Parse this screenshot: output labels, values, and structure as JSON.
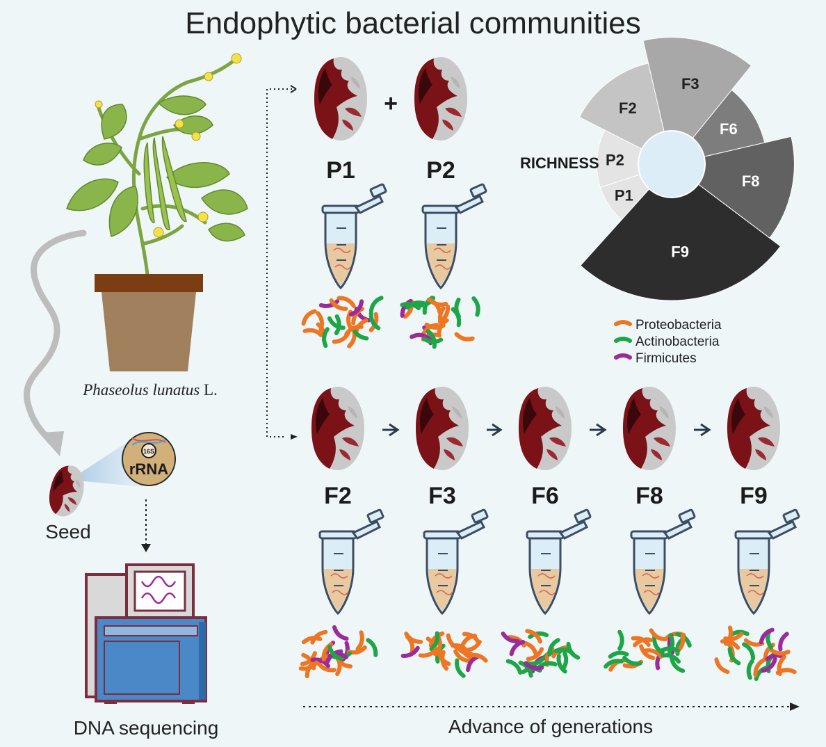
{
  "title": "Endophytic bacterial communities",
  "plant_label_italic": "Phaseolus lunatus",
  "plant_label_suffix": "L.",
  "seed_label": "Seed",
  "rrna_16s": "16S",
  "rrna_label": "rRNA",
  "sequencing_label": "DNA sequencing",
  "generations_label": "Advance of generations",
  "plus_sign": "+",
  "parents": [
    "P1",
    "P2"
  ],
  "generations": [
    "F2",
    "F3",
    "F6",
    "F8",
    "F9"
  ],
  "richness_label": "RICHNESS",
  "legend": [
    {
      "label": "Proteobacteria",
      "color": "#ee7623"
    },
    {
      "label": "Actinobacteria",
      "color": "#1ea548"
    },
    {
      "label": "Firmicutes",
      "color": "#9b2a9a"
    }
  ],
  "colors": {
    "background": "#eef6f8",
    "seed_gray": "#c9c9c9",
    "seed_red": "#7a1218",
    "pot": "#a0805d",
    "pot_rim": "#7a3e12",
    "leaf": "#8ab54a",
    "flower": "#f3e24a",
    "machine_blue": "#4a88c7",
    "machine_frame": "#7b2e3e"
  },
  "chart_data": {
    "type": "pie",
    "variant": "radial-sectors",
    "metric": "RICHNESS",
    "categories": [
      "P1",
      "P2",
      "F2",
      "F3",
      "F6",
      "F8",
      "F9"
    ],
    "relative_radius": [
      0.55,
      0.55,
      0.76,
      0.93,
      0.7,
      0.9,
      1.0
    ],
    "sector_angles_deg": [
      30,
      45,
      50,
      52,
      38,
      50,
      95
    ],
    "colors": [
      "#e4e4e4",
      "#e4e4e4",
      "#c4c4c4",
      "#a8a8a8",
      "#7d7d7d",
      "#616161",
      "#2d2d2d"
    ],
    "label_colors": [
      "#222222",
      "#222222",
      "#222222",
      "#222222",
      "#ffffff",
      "#ffffff",
      "#ffffff"
    ]
  }
}
